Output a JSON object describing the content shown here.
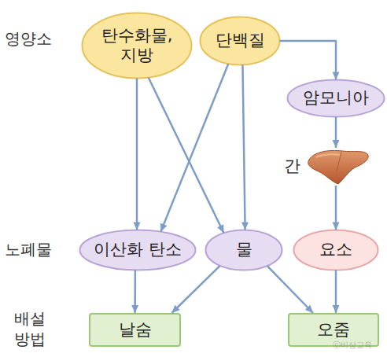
{
  "diagram": {
    "nodes": [
      {
        "text": [
          "탄수화물, 지방"
        ]
      },
      {
        "text": [
          "단백질"
        ]
      },
      {
        "text": [
          "암모니아"
        ]
      },
      {
        "text": [
          "간"
        ]
      },
      {
        "text": [
          "이산화 탄소"
        ]
      },
      {
        "text": [
          "물"
        ]
      },
      {
        "text": [
          "요소"
        ]
      },
      {
        "text": [
          "날숨"
        ]
      },
      {
        "text": [
          "오줌"
        ]
      }
    ],
    "edges": [
      {
        "from": 0,
        "to": 4,
        "arrow": "to"
      },
      {
        "from": 0,
        "to": 5,
        "arrow": "to"
      },
      {
        "from": 1,
        "to": 4,
        "arrow": "to"
      },
      {
        "from": 1,
        "to": 5,
        "arrow": "to"
      },
      {
        "from": 1,
        "to": 2,
        "arrow": "to"
      },
      {
        "from": 2,
        "to": 3,
        "arrow": "to"
      },
      {
        "from": 3,
        "to": 6,
        "arrow": "to"
      },
      {
        "from": 4,
        "to": 7,
        "arrow": "to"
      },
      {
        "from": 5,
        "to": 7,
        "arrow": "to"
      },
      {
        "from": 5,
        "to": 8,
        "arrow": "to"
      },
      {
        "from": 6,
        "to": 8,
        "arrow": "to"
      }
    ],
    "labels": [
      "영양소",
      "노폐물",
      "배설 방법",
      "ⓒ비상교육"
    ]
  }
}
